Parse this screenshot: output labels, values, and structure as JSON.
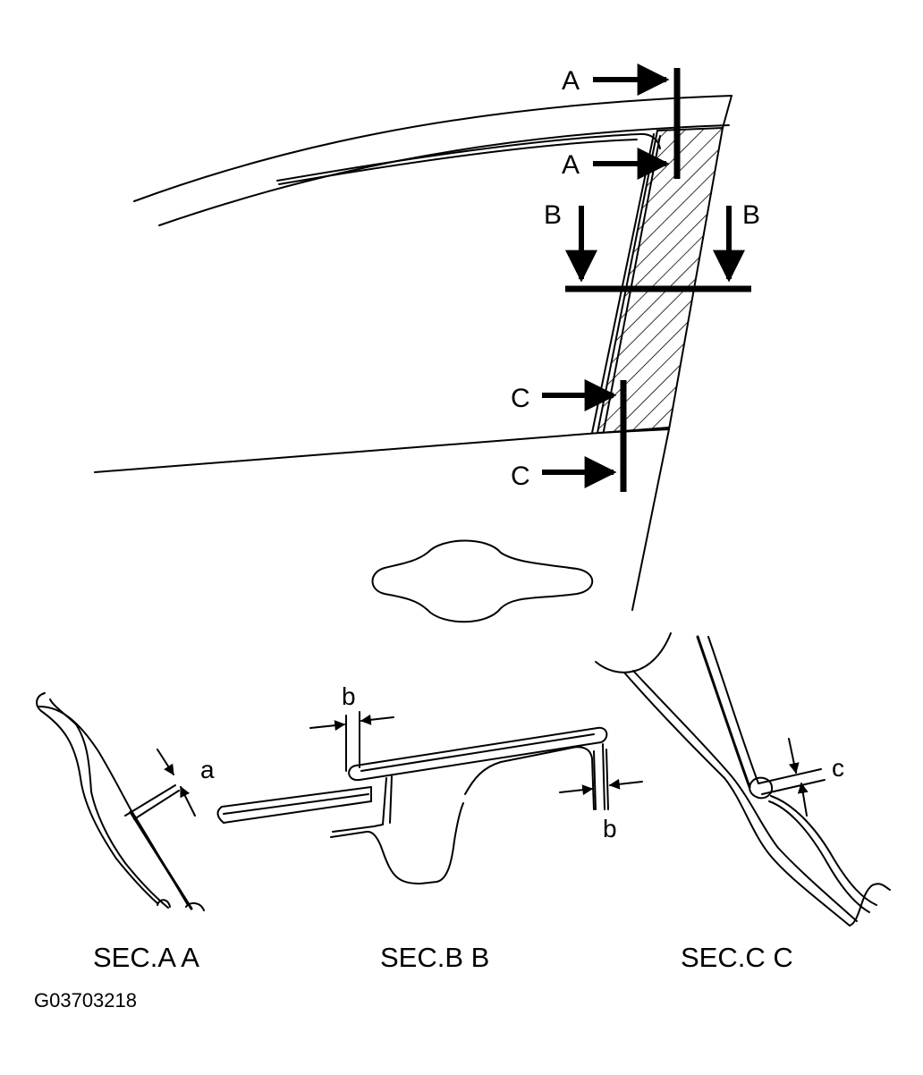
{
  "labels": {
    "a_upper": "A",
    "a_lower": "A",
    "b_left": "B",
    "b_right": "B",
    "c_upper": "C",
    "c_lower": "C"
  },
  "dimensions": {
    "a": "a",
    "b_top": "b",
    "b_bottom": "b",
    "c": "c"
  },
  "sections": {
    "aa": "SEC.A A",
    "bb": "SEC.B B",
    "cc": "SEC.C C"
  },
  "figure_code": "G03703218"
}
